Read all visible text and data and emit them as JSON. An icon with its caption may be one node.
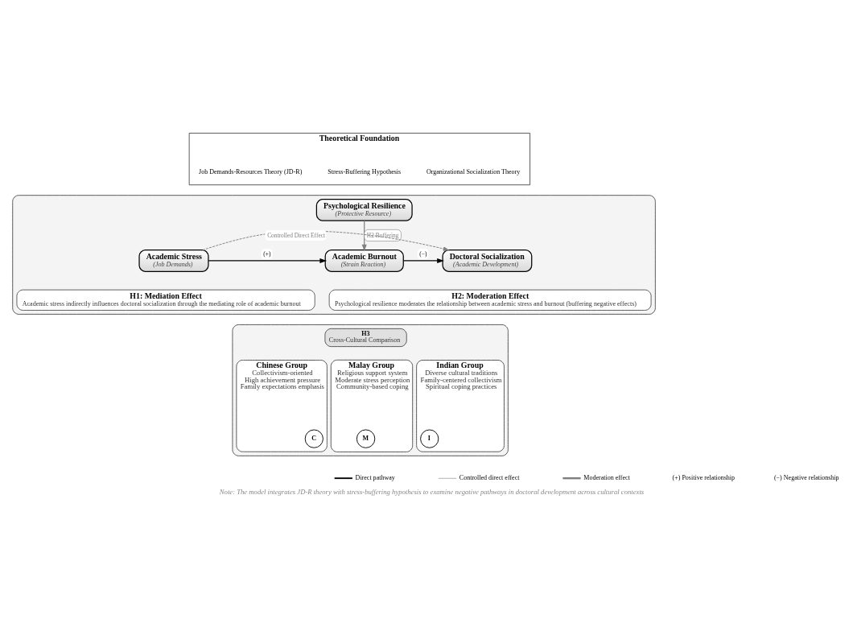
{
  "diagram": {
    "caption": "Note: The model integrates JD-R theory with stress-buffering hypothesis to examine negative pathways in doctoral development across cultural contexts",
    "nodes": [
      {
        "text": [
          "Theoretical Foundation"
        ]
      },
      {
        "text": [
          "Job Demands-Resources Theory (JD-R)"
        ],
        "in": 0
      },
      {
        "text": [
          "Stress-Buffering Hypothesis"
        ],
        "in": 0
      },
      {
        "text": [
          "Organizational Socialization Theory"
        ],
        "in": 0
      },
      {
        "text": [],
        "shape": "box"
      },
      {
        "text": [
          "Psychological Resilience",
          "(Protective Resource)"
        ],
        "in": 4
      },
      {
        "text": [
          "Academic Stress",
          "(Job Demands)"
        ],
        "in": 4
      },
      {
        "text": [
          "Academic Burnout",
          "(Strain Reaction)"
        ],
        "in": 4
      },
      {
        "text": [
          "Doctoral Socialization",
          "(Academic Development)"
        ],
        "in": 4
      },
      {
        "text": [
          "H1: Mediation Effect",
          "Academic stress indirectly influences doctoral socialization through the mediating role of academic burnout"
        ],
        "in": 4
      },
      {
        "text": [
          "H2: Moderation Effect",
          "Psychological resilience moderates the relationship between academic stress and burnout (buffering negative effects)"
        ],
        "in": 4
      },
      {
        "text": [],
        "shape": "box"
      },
      {
        "text": [
          "H3",
          "Cross-Cultural Comparison"
        ],
        "in": 11
      },
      {
        "text": [
          "Chinese Group",
          "Collectivism-oriented",
          "High achievement pressure",
          "Family expectations emphasis"
        ],
        "in": 11
      },
      {
        "text": [
          "C"
        ],
        "in": 13
      },
      {
        "text": [
          "Malay Group",
          "Religious support system",
          "Moderate stress perception",
          "Community-based coping"
        ],
        "in": 11
      },
      {
        "text": [
          "M"
        ],
        "in": 15
      },
      {
        "text": [
          "Indian Group",
          "Diverse cultural traditions",
          "Family-centered collectivism",
          "Spiritual coping practices"
        ],
        "in": 11
      },
      {
        "text": [
          "I"
        ],
        "in": 17
      }
    ],
    "edges": [
      {
        "from": 5,
        "to": 7,
        "arrow": "to",
        "label": "H2 Buffering",
        "color": "#808080"
      },
      {
        "from": 6,
        "to": 7,
        "arrow": "to",
        "label": "(+)",
        "color": "#000000"
      },
      {
        "from": 7,
        "to": 8,
        "arrow": "to",
        "label": "(−)",
        "color": "#000000"
      },
      {
        "from": 6,
        "to": 8,
        "arrow": "to",
        "label": "Controlled Direct Effect",
        "style": "dashed",
        "color": "#808080"
      }
    ],
    "labels": [
      "(+) Positive relationship",
      "(−) Negative relationship"
    ],
    "legend": [
      {
        "text": "Direct pathway"
      },
      {
        "text": "Controlled direct effect"
      },
      {
        "text": "Moderation effect"
      }
    ]
  }
}
